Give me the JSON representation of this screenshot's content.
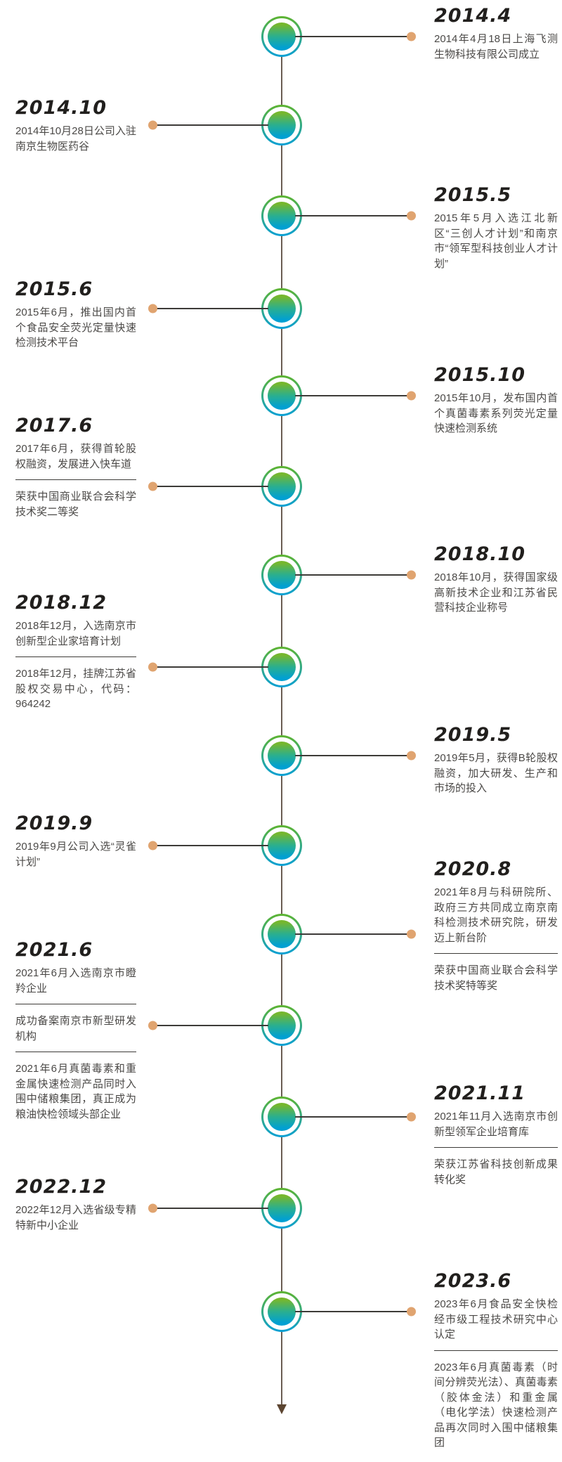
{
  "colors": {
    "spine": "#6b5e53",
    "arrow": "#5c4531",
    "connector": "#3d3b38",
    "dot": "#e0a470",
    "ring-top": "#5eb430",
    "ring-bottom": "#0aa0d6",
    "sphere-top": "#76b72e",
    "sphere-mid": "#2aaf8f",
    "sphere-bottom": "#00a0d2",
    "title": "#211f1d",
    "text": "#4b4947"
  },
  "entries": [
    {
      "date": "2014.4",
      "side": "right",
      "paragraphs": [
        "2014年4月18日上海飞测生物科技有限公司成立"
      ]
    },
    {
      "date": "2014.10",
      "side": "left",
      "paragraphs": [
        "2014年10月28日公司入驻南京生物医药谷"
      ]
    },
    {
      "date": "2015.5",
      "side": "right",
      "paragraphs": [
        "2015年5月入选江北新区“三创人才计划”和南京市“领军型科技创业人才计划”"
      ]
    },
    {
      "date": "2015.6",
      "side": "left",
      "paragraphs": [
        "2015年6月，推出国内首个食品安全荧光定量快速检测技术平台"
      ]
    },
    {
      "date": "2015.10",
      "side": "right",
      "paragraphs": [
        "2015年10月，发布国内首个真菌毒素系列荧光定量快速检测系统"
      ]
    },
    {
      "date": "2017.6",
      "side": "left",
      "paragraphs": [
        "2017年6月，获得首轮股权融资，发展进入快车道",
        "荣获中国商业联合会科学技术奖二等奖"
      ]
    },
    {
      "date": "2018.10",
      "side": "right",
      "paragraphs": [
        "2018年10月，获得国家级高新技术企业和江苏省民营科技企业称号"
      ]
    },
    {
      "date": "2018.12",
      "side": "left",
      "paragraphs": [
        "2018年12月，入选南京市创新型企业家培育计划",
        "2018年12月，挂牌江苏省股权交易中心，代码：964242"
      ]
    },
    {
      "date": "2019.5",
      "side": "right",
      "paragraphs": [
        "2019年5月，获得B轮股权融资，加大研发、生产和市场的投入"
      ]
    },
    {
      "date": "2019.9",
      "side": "left",
      "paragraphs": [
        "2019年9月公司入选“灵雀计划”"
      ]
    },
    {
      "date": "2020.8",
      "side": "right",
      "paragraphs": [
        "2021年8月与科研院所、政府三方共同成立南京南科检测技术研究院，研发迈上新台阶",
        "荣获中国商业联合会科学技术奖特等奖"
      ]
    },
    {
      "date": "2021.6",
      "side": "left",
      "paragraphs": [
        "2021年6月入选南京市瞪羚企业",
        "成功备案南京市新型研发机构",
        "2021年6月真菌毒素和重金属快速检测产品同时入围中储粮集团，真正成为粮油快检领域头部企业"
      ]
    },
    {
      "date": "2021.11",
      "side": "right",
      "paragraphs": [
        "2021年11月入选南京市创新型领军企业培育库",
        "荣获江苏省科技创新成果转化奖"
      ]
    },
    {
      "date": "2022.12",
      "side": "left",
      "paragraphs": [
        "2022年12月入选省级专精特新中小企业"
      ]
    },
    {
      "date": "2023.6",
      "side": "right",
      "paragraphs": [
        "2023年6月食品安全快检经市级工程技术研究中心认定",
        "2023年6月真菌毒素（时间分辨荧光法）、真菌毒素（胶体金法）和重金属（电化学法）快速检测产品再次同时入围中储粮集团"
      ]
    }
  ]
}
